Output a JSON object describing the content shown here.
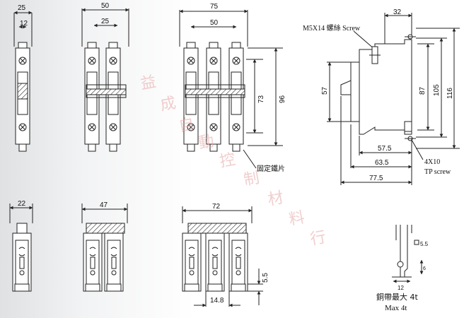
{
  "dimensions": {
    "w25": "25",
    "w12": "12",
    "w50": "50",
    "w25b": "25",
    "w75": "75",
    "w50b": "50",
    "h73": "73",
    "h96": "96",
    "b22": "22",
    "b47": "47",
    "b72": "72",
    "h5_5": "5.5",
    "w14_8": "14.8",
    "s32": "32",
    "s57": "57",
    "s87": "87",
    "s105": "105",
    "s116": "116",
    "s57_5": "57.5",
    "s63_5": "63.5",
    "s77_5": "77.5",
    "r5_5": "5.5",
    "r12": "12",
    "r6": "6"
  },
  "labels": {
    "screw_top": "M5X14 螺絲 Screw",
    "fixing_plate": "固定鐵片",
    "screw_bottom_1": "4X10",
    "screw_bottom_2": "TP screw",
    "busbar_cn": "銅帶最大 4t",
    "busbar_en": "Max 4t"
  },
  "watermark": [
    "益",
    "成",
    "自",
    "動",
    "控",
    "制",
    "材",
    "料",
    "行"
  ],
  "colors": {
    "line": "#222222",
    "watermark": "#e7a7a7"
  }
}
